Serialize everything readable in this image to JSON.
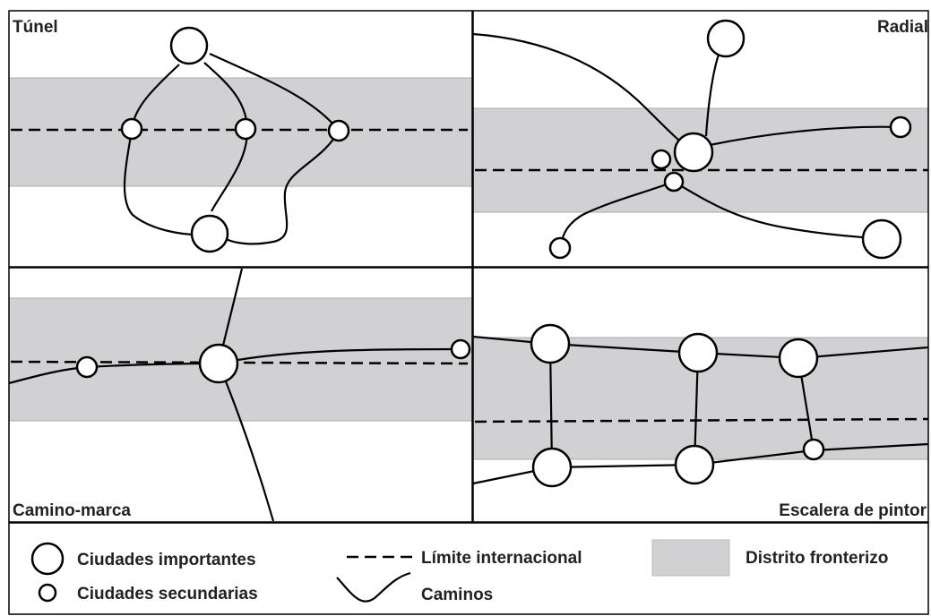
{
  "panels": {
    "tunnel": {
      "title": "Túnel"
    },
    "radial": {
      "title": "Radial"
    },
    "road_mark": {
      "title": "Camino-marca"
    },
    "ladder": {
      "title": "Escalera de pintor"
    }
  },
  "legend": {
    "major_cities": "Ciudades importantes",
    "minor_cities": "Ciudades secundarias",
    "international_border": "Límite internacional",
    "roads": "Caminos",
    "border_district": "Distrito fronterizo"
  },
  "colors": {
    "border_district": "#d1d1d3",
    "line": "#000000"
  }
}
